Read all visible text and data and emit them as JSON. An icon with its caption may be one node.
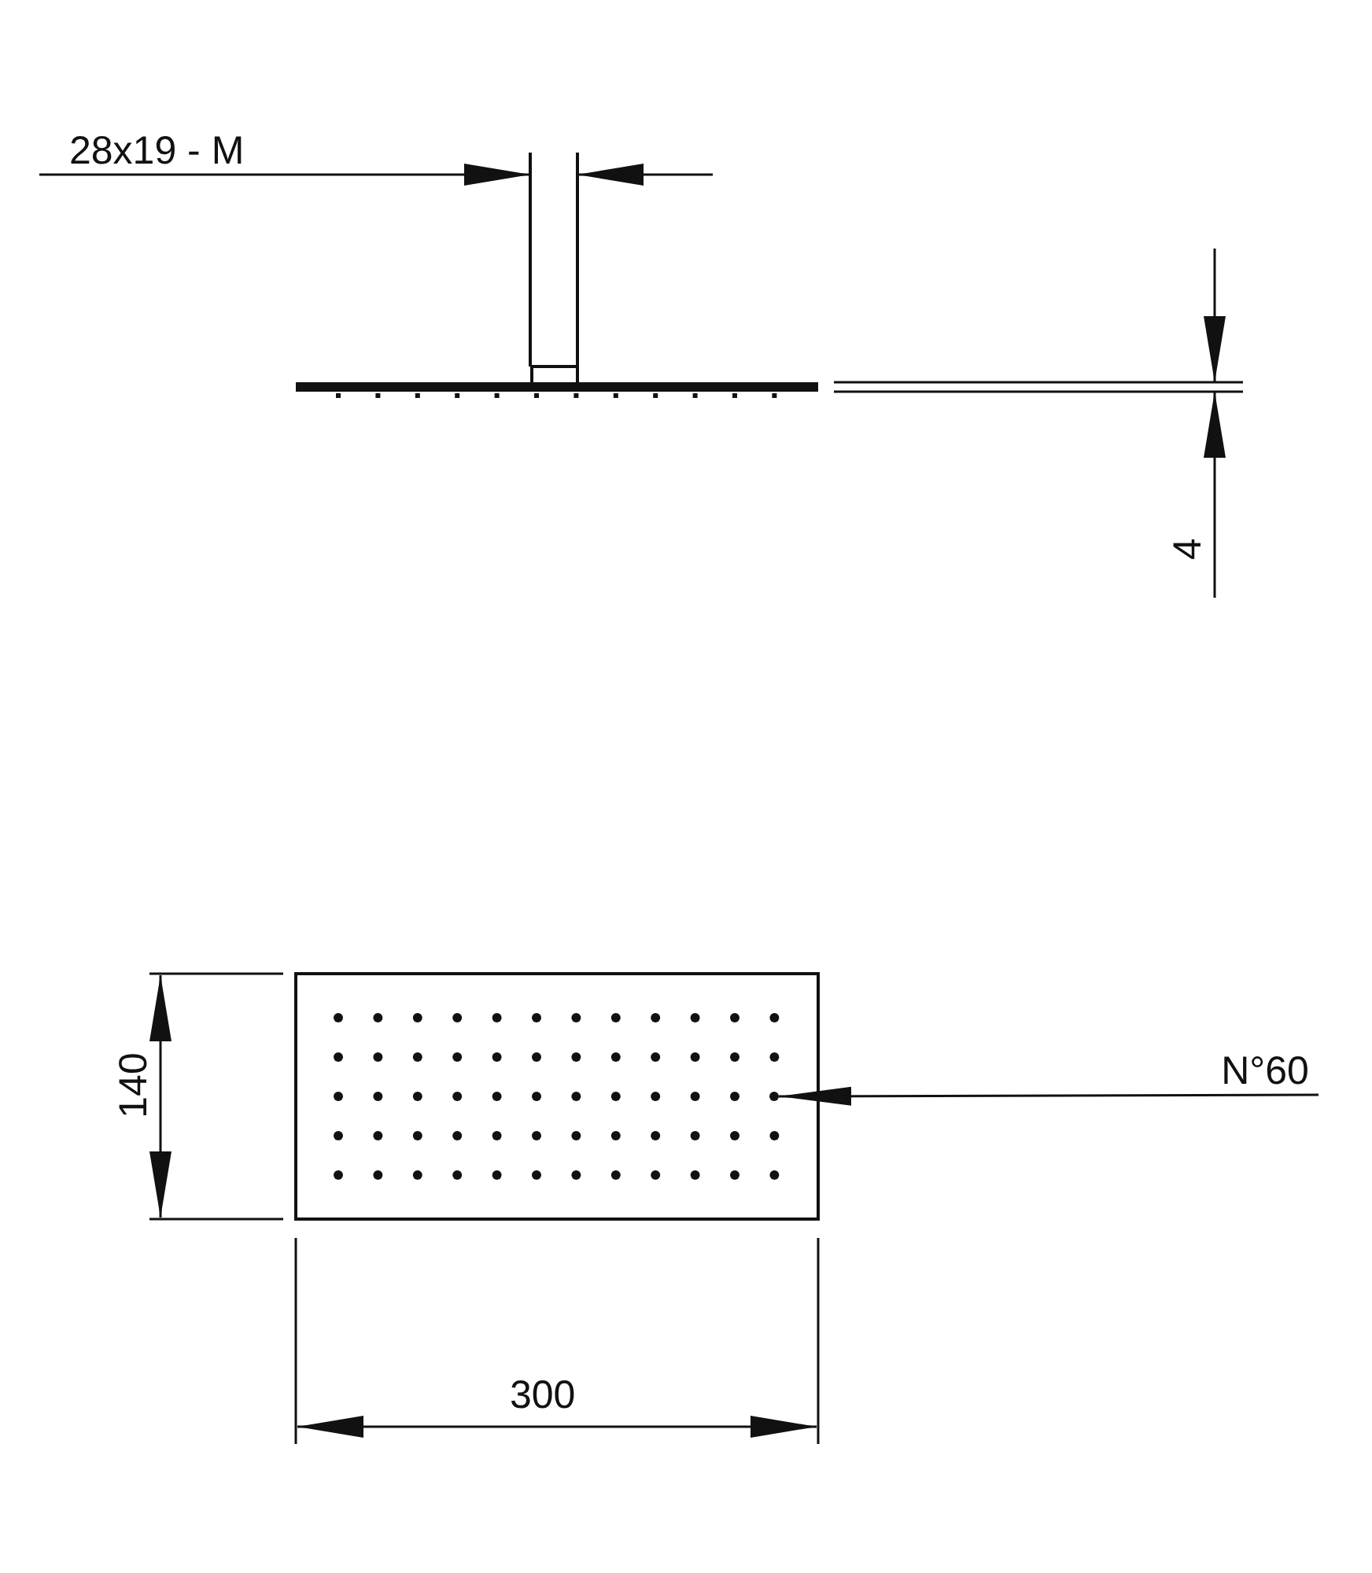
{
  "diagram": {
    "nodes": [
      {
        "text": [
          "N°60"
        ]
      },
      {
        "text": [],
        "shape": "circle"
      }
    ],
    "edges": [
      {
        "from": 0,
        "to": 1,
        "arrow": "to"
      }
    ],
    "labels": [
      "28x19 - M",
      "4",
      "140",
      "300"
    ]
  }
}
